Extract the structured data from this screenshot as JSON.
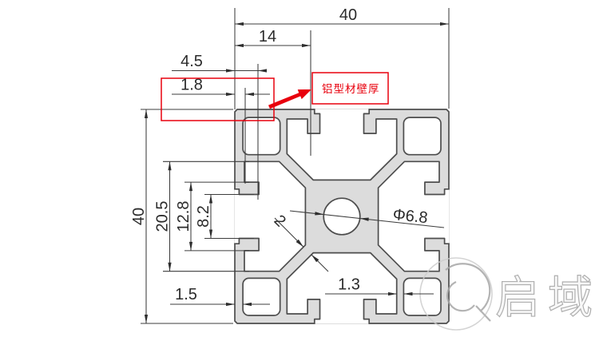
{
  "drawing": {
    "type": "technical-cross-section",
    "profile": "40x40 aluminum extrusion",
    "dims": {
      "top_width": "40",
      "slot_position": "14",
      "tab_depth": "4.5",
      "lip_thickness": "1.8",
      "left_height": "40",
      "channel_width": "20.5",
      "flange_span": "12.8",
      "slot_opening": "8.2",
      "bottom_wall": "1.5",
      "hole_wall": "1.3",
      "web_thickness": "2",
      "center_hole": "Φ6.8"
    },
    "annotation": {
      "wall_label": "铝型材壁厚"
    },
    "watermark": {
      "brand": "启域"
    },
    "colors": {
      "profile_fill": "#dcdcdc",
      "profile_outline": "#4d4d4d",
      "dimension_lines": "#3c3c3c",
      "annotation_red": "#e8000d",
      "watermark_gray": "#a6a6a6"
    }
  }
}
